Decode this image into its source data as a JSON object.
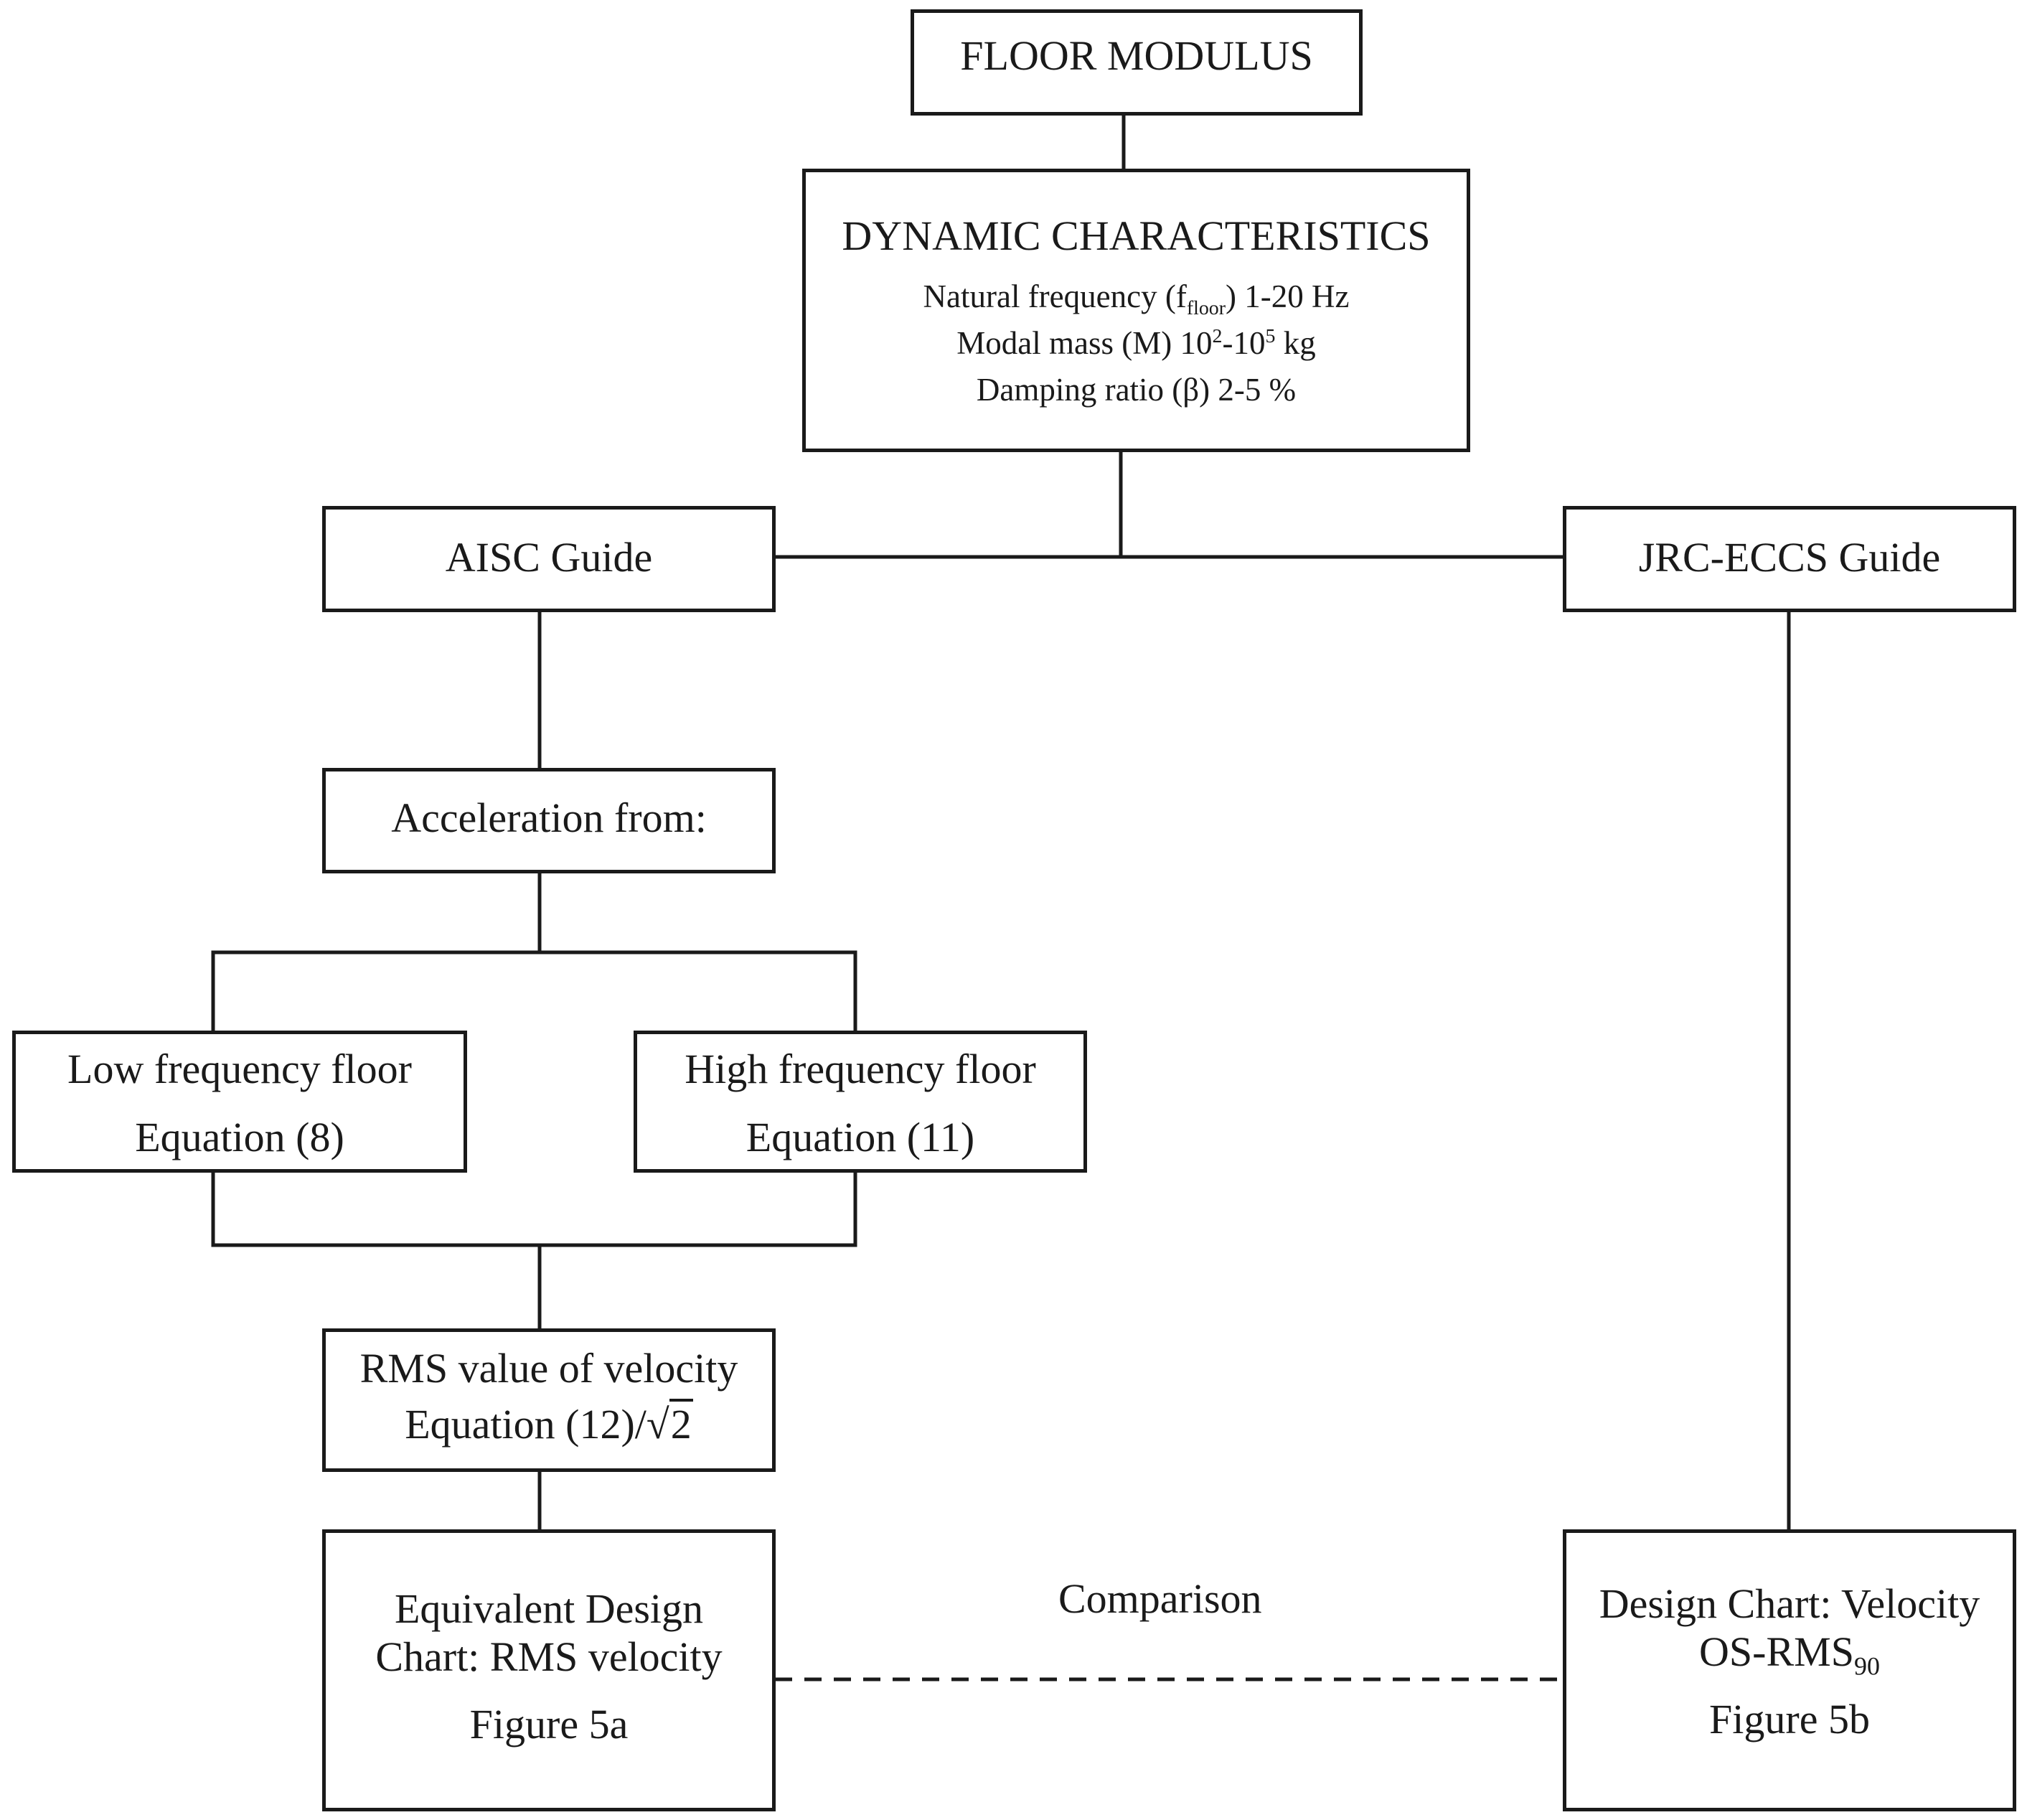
{
  "nodes": {
    "floor_modulus": {
      "title": "FLOOR MODULUS"
    },
    "dynamic": {
      "title": "DYNAMIC CHARACTERISTICS",
      "freq_label": "Natural frequency (f",
      "freq_sub": "floor",
      "freq_value": ") 1-20 Hz",
      "mass_label": "Modal mass (M) 10",
      "mass_exp1": "2",
      "mass_mid": "-10",
      "mass_exp2": "5",
      "mass_unit": " kg",
      "damping": "Damping ratio (β) 2-5 %"
    },
    "aisc": {
      "title": "AISC Guide"
    },
    "jrc": {
      "title": "JRC-ECCS Guide"
    },
    "acceleration": {
      "title": "Acceleration from:"
    },
    "low_freq": {
      "title": "Low frequency floor",
      "equation": "Equation (8)"
    },
    "high_freq": {
      "title": "High frequency floor",
      "equation": "Equation (11)"
    },
    "rms": {
      "title": "RMS value of velocity",
      "equation": "Equation (12)/",
      "sqrt_symbol": "√",
      "sqrt_arg": "2"
    },
    "equiv_chart": {
      "line1": "Equivalent Design",
      "line2": "Chart: RMS velocity",
      "figure": "Figure 5a"
    },
    "design_chart": {
      "line1": "Design Chart: Velocity",
      "line2": "OS-RMS",
      "line2_sub": "90",
      "figure": "Figure 5b"
    }
  },
  "edge_labels": {
    "comparison": "Comparison"
  },
  "colors": {
    "line": "#1a1a1a",
    "background": "#ffffff"
  }
}
